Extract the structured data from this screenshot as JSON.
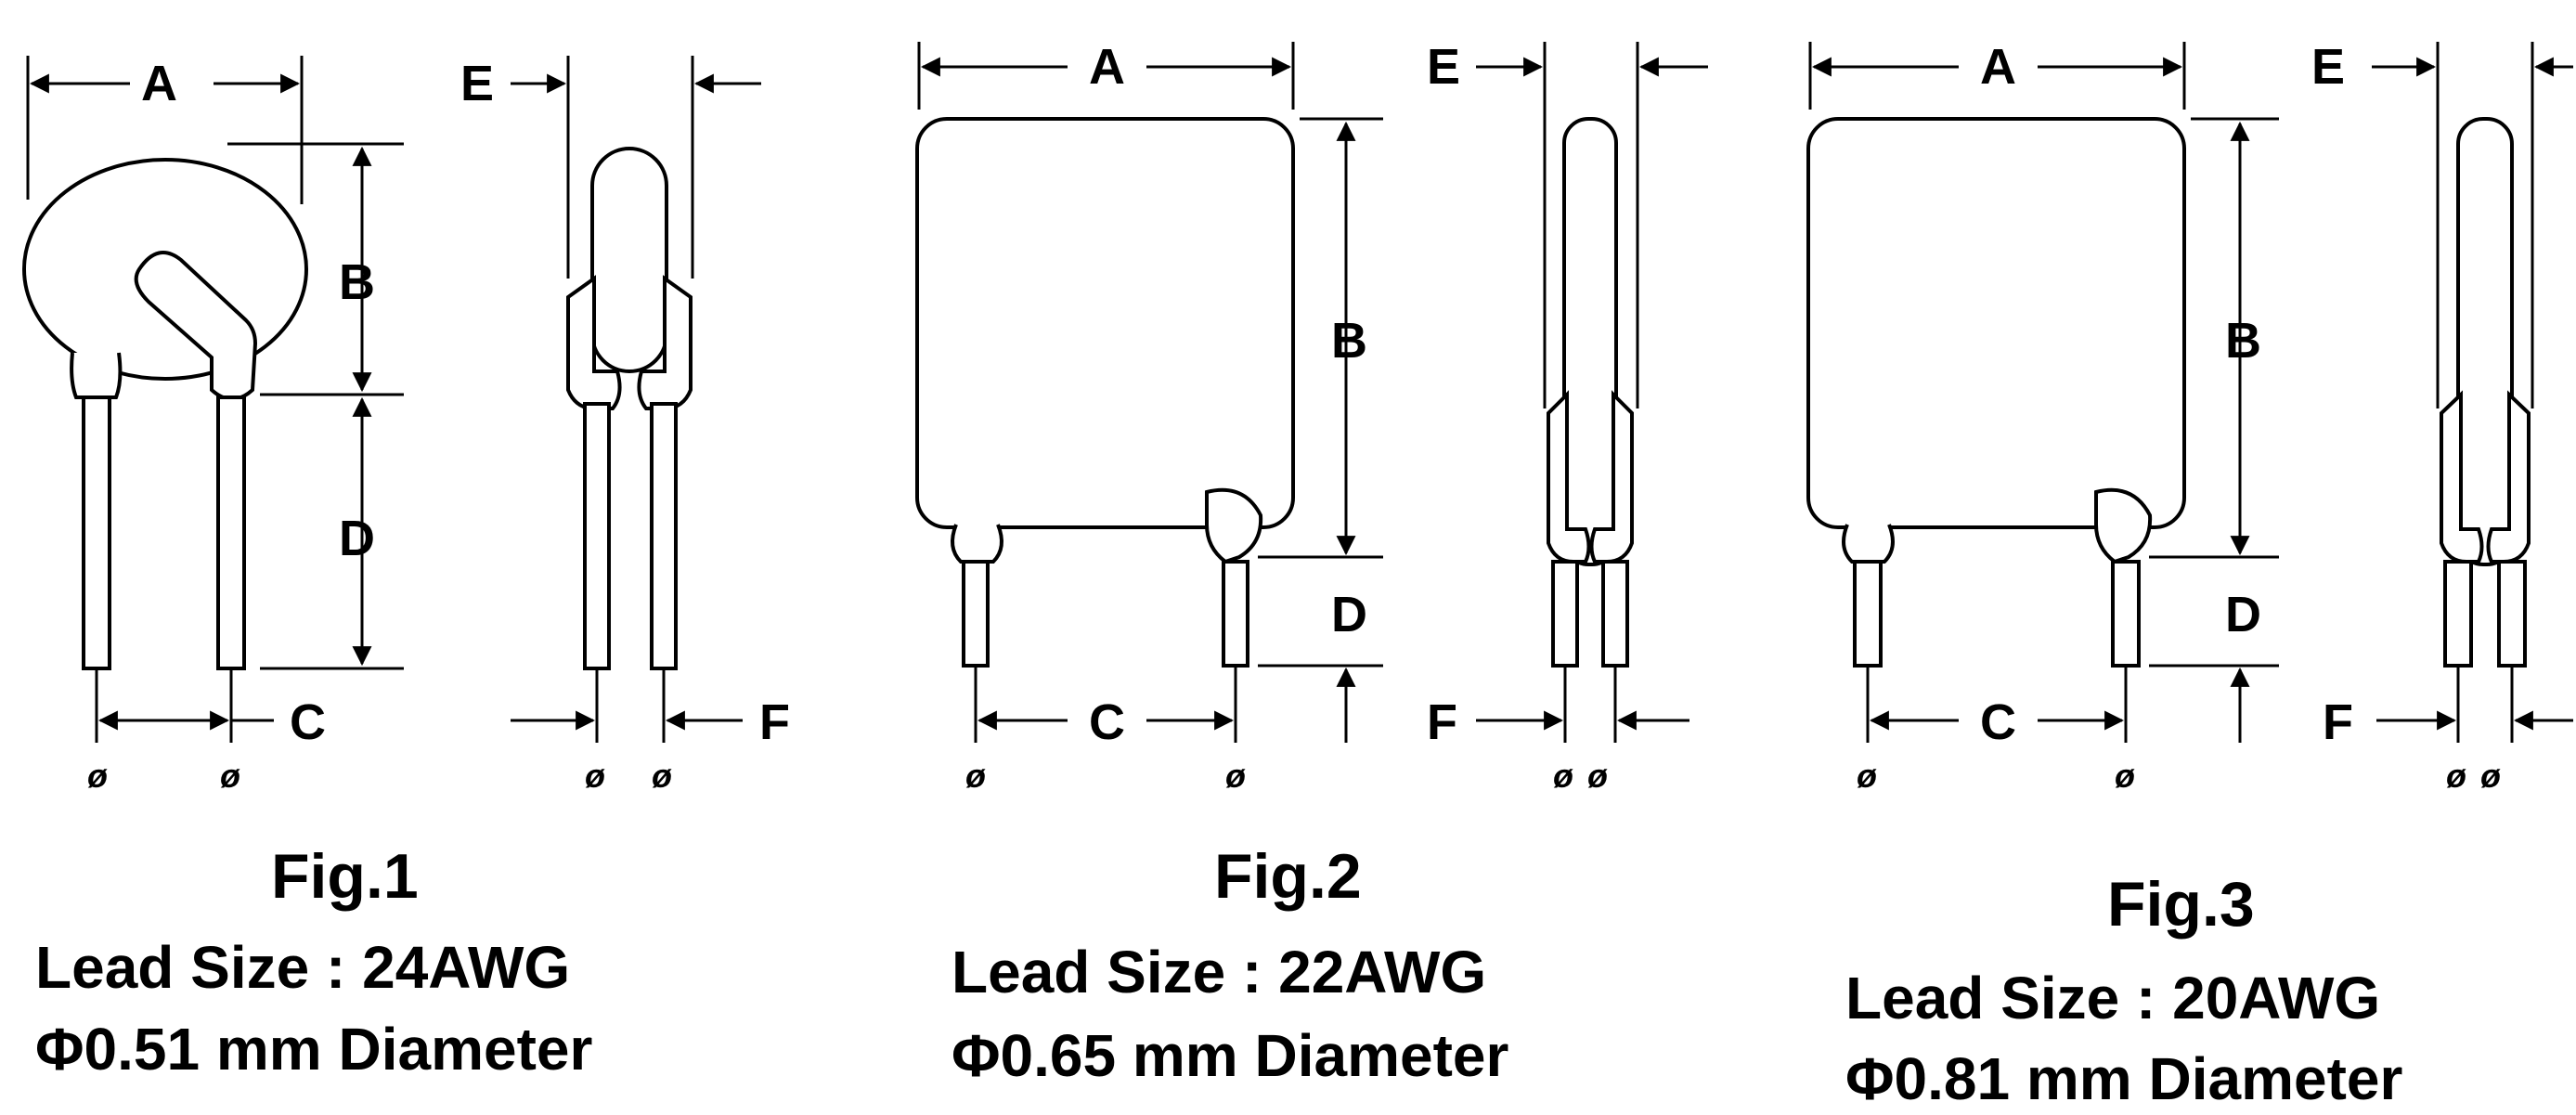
{
  "figures": [
    {
      "title": "Fig.1",
      "lead_size": "Lead Size : 24AWG",
      "diameter": "Φ0.51 mm Diameter",
      "body_shape": "disc"
    },
    {
      "title": "Fig.2",
      "lead_size": "Lead Size : 22AWG",
      "diameter": "Φ0.65 mm Diameter",
      "body_shape": "square"
    },
    {
      "title": "Fig.3",
      "lead_size": "Lead Size : 20AWG",
      "diameter": "Φ0.81 mm Diameter",
      "body_shape": "square"
    }
  ],
  "dimension_labels": {
    "a": "A",
    "b": "B",
    "c": "C",
    "d": "D",
    "e": "E",
    "f": "F",
    "lead_diameter_symbol": "ø"
  },
  "colors": {
    "line": "#000000",
    "fill": "#ffffff"
  }
}
